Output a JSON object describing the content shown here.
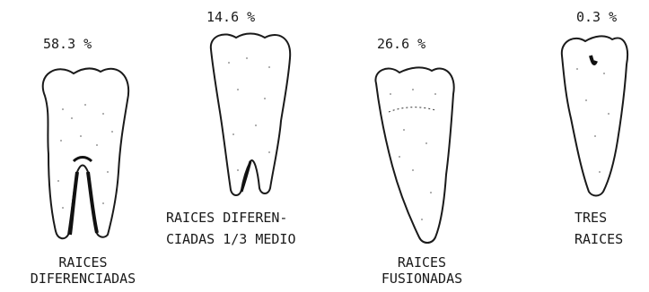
{
  "teeth": [
    {
      "id": "t1",
      "percent": "58.3 %",
      "caption": [
        "RAICES",
        "DIFERENCIADAS"
      ]
    },
    {
      "id": "t2",
      "percent": "14.6 %",
      "caption": [
        "RAICES DIFEREN-",
        "CIADAS 1/3 MEDIO"
      ]
    },
    {
      "id": "t3",
      "percent": "26.6 %",
      "caption": [
        "RAICES",
        "FUSIONADAS"
      ]
    },
    {
      "id": "t4",
      "percent": "0.3 %",
      "caption": [
        "TRES",
        "RAICES"
      ]
    }
  ],
  "colors": {
    "ink": "#1a1a1a",
    "paper": "#ffffff"
  }
}
